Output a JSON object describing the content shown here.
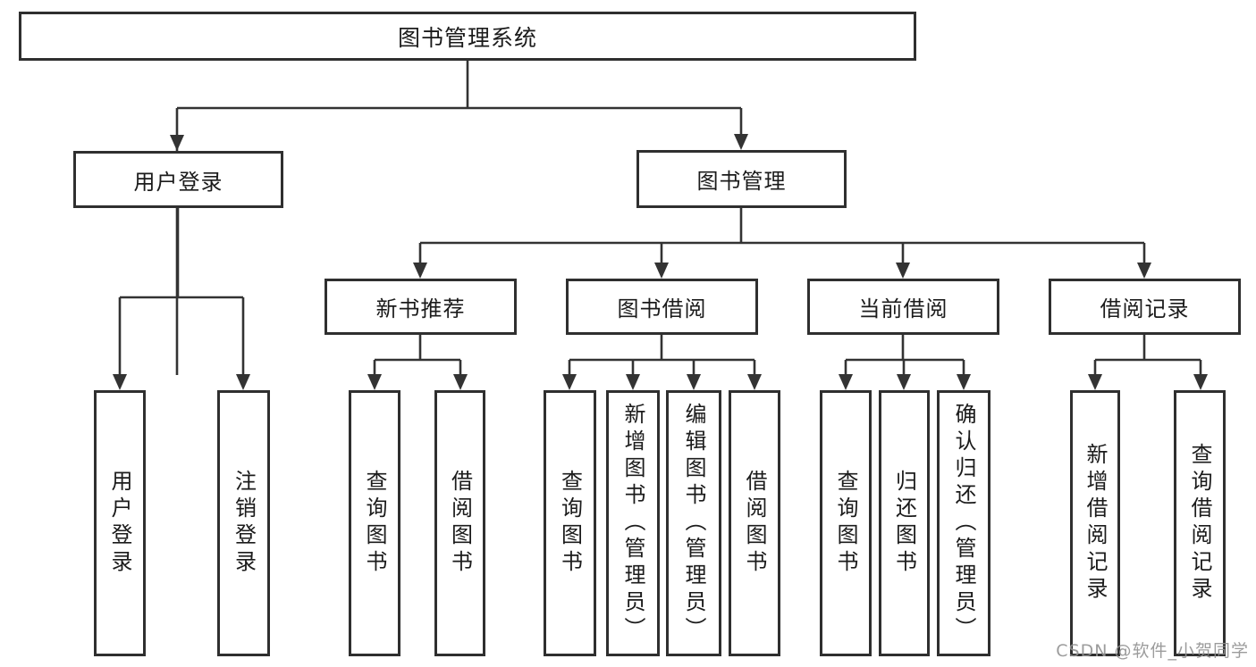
{
  "tree": {
    "root": {
      "label": "图书管理系统",
      "children": [
        {
          "label": "用户登录",
          "children": [
            {
              "label": "用户登录"
            },
            {
              "label": "注销登录"
            }
          ]
        },
        {
          "label": "图书管理",
          "children": [
            {
              "label": "新书推荐",
              "children": [
                {
                  "label": "查询图书"
                },
                {
                  "label": "借阅图书"
                }
              ]
            },
            {
              "label": "图书借阅",
              "children": [
                {
                  "label": "查询图书"
                },
                {
                  "label": "新增图书（管理员）"
                },
                {
                  "label": "编辑图书（管理员）"
                },
                {
                  "label": "借阅图书"
                }
              ]
            },
            {
              "label": "当前借阅",
              "children": [
                {
                  "label": "查询图书"
                },
                {
                  "label": "归还图书"
                },
                {
                  "label": "确认归还（管理员）"
                }
              ]
            },
            {
              "label": "借阅记录",
              "children": [
                {
                  "label": "新增借阅记录"
                },
                {
                  "label": "查询借阅记录"
                }
              ]
            }
          ]
        }
      ]
    }
  },
  "watermark": {
    "text": "CSDN @软件_小贺同学"
  },
  "colors": {
    "line": "#333333",
    "box_border": "#2f2f2f",
    "box_fill": "#ffffff",
    "text": "#1b1b1b",
    "watermark": "#919191",
    "background": "#ffffff"
  }
}
